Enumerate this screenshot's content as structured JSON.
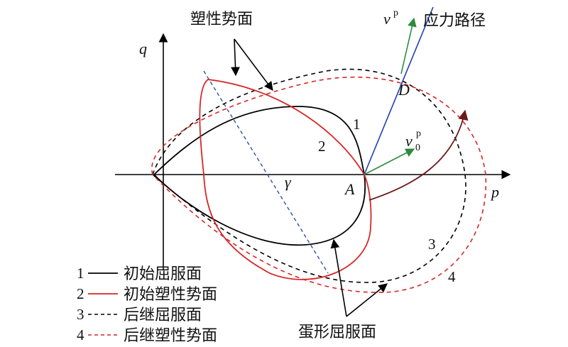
{
  "labels": {
    "plastic_potential_surface": "塑性势面",
    "stress_path": "应力路径",
    "egg_yield_surface": "蛋形屈服面",
    "axis_q": "q",
    "axis_p": "p",
    "point_A": "A",
    "point_D": "D",
    "angle_gamma": "γ",
    "vector_vp": "v",
    "vector_vp_sup": "p",
    "vector_v0p": "v",
    "vector_v0p_sub": "0",
    "vector_v0p_sup": "p"
  },
  "curve_numbers": [
    "1",
    "2",
    "3",
    "4"
  ],
  "legend": [
    {
      "number": "1",
      "label": "初始屈服面",
      "color": "#000000",
      "dash": false
    },
    {
      "number": "2",
      "label": "初始塑性势面",
      "color": "#d62728",
      "dash": false
    },
    {
      "number": "3",
      "label": "后继屈服面",
      "color": "#000000",
      "dash": true
    },
    {
      "number": "4",
      "label": "后继塑性势面",
      "color": "#d62728",
      "dash": true
    }
  ],
  "colors": {
    "black": "#000000",
    "red": "#d62728",
    "green": "#2e8b3e",
    "blue": "#1f3fae",
    "dark_red": "#6b1a1a",
    "dash_blue": "#2e4fa8"
  }
}
